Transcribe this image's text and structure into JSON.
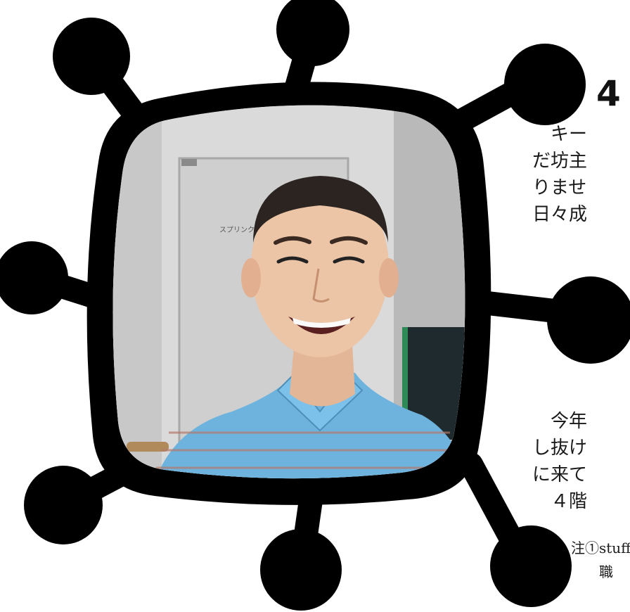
{
  "heading": {
    "number": "4"
  },
  "paragraph_1": {
    "lines": [
      "キー",
      "だ坊主",
      "りませ",
      "日々成"
    ]
  },
  "paragraph_2": {
    "lines": [
      "今年",
      "し抜け",
      "に来て",
      "４階"
    ]
  },
  "notes": {
    "lines": [
      "注①stuff",
      "職"
    ]
  },
  "photo": {
    "door_sign_text": "スプリンク"
  },
  "colors": {
    "frame": "#000000",
    "shirt": "#6db3de",
    "wall": "#dcdcdc"
  }
}
